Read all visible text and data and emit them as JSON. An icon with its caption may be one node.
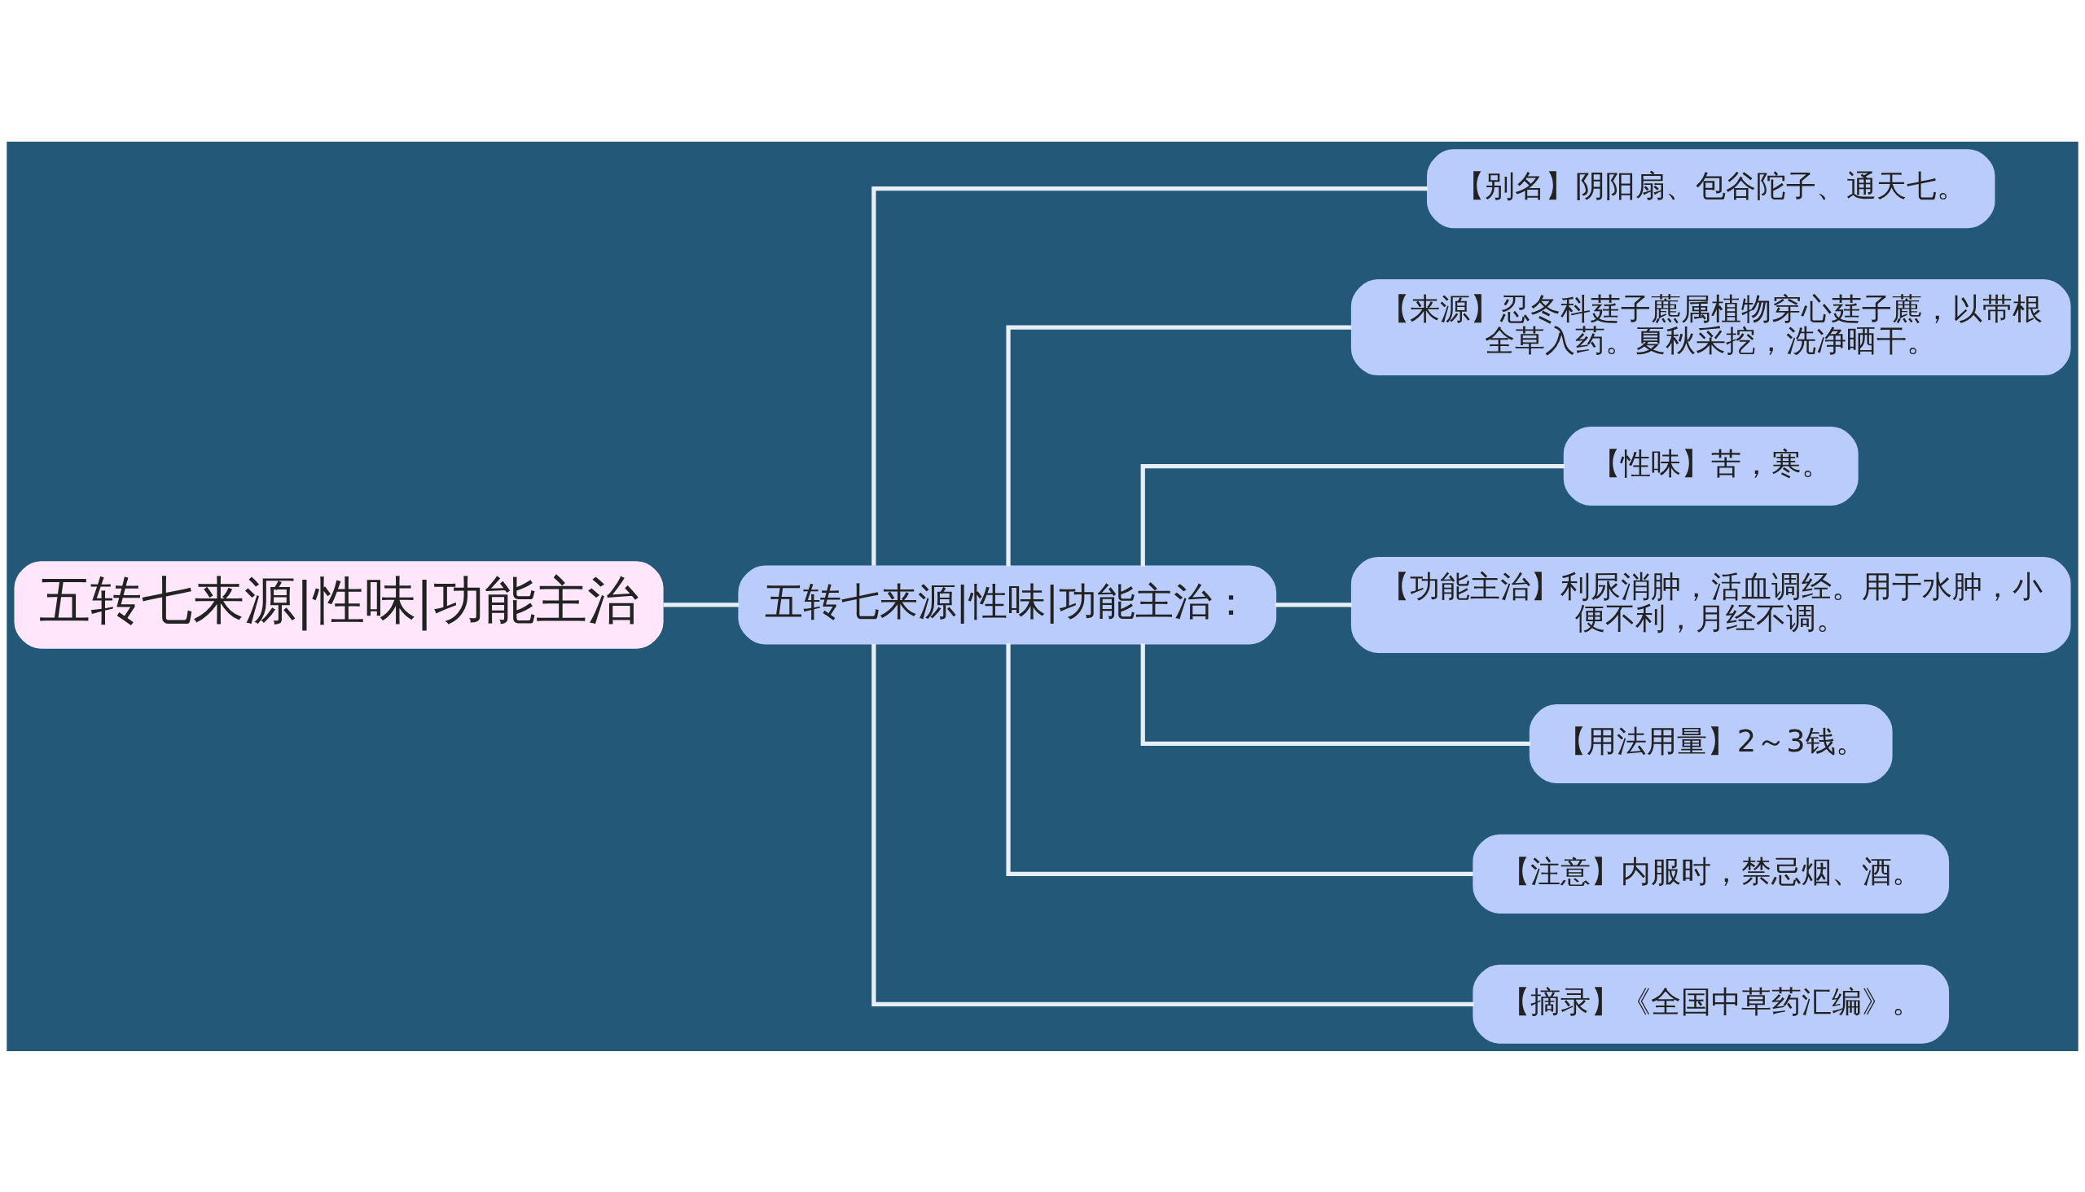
{
  "diagram": {
    "nodes": [
      {
        "text": [
          "五转七来源|性味|功能主治"
        ]
      },
      {
        "text": [
          "五转七来源|性味|功能主治："
        ]
      },
      {
        "text": [
          "【别名】阴阳扇、包谷陀子、通天七。"
        ]
      },
      {
        "text": [
          "【来源】忍冬科莛子藨属植物穿心莛子藨，以带根全草入药。夏秋采挖，洗净晒干。"
        ]
      },
      {
        "text": [
          "【性味】苦，寒。"
        ]
      },
      {
        "text": [
          "【功能主治】利尿消肿，活血调经。用于水肿，小便不利，月经不调。"
        ]
      },
      {
        "text": [
          "【用法用量】2～3钱。"
        ]
      },
      {
        "text": [
          "【注意】内服时，禁忌烟、酒。"
        ]
      },
      {
        "text": [
          "【摘录】《全国中草药汇编》。"
        ]
      }
    ],
    "edges": [
      {
        "from": 0,
        "to": 1,
        "arrow": "none"
      },
      {
        "from": 1,
        "to": 2,
        "arrow": "none"
      },
      {
        "from": 1,
        "to": 3,
        "arrow": "none"
      },
      {
        "from": 1,
        "to": 4,
        "arrow": "none"
      },
      {
        "from": 1,
        "to": 5,
        "arrow": "none"
      },
      {
        "from": 1,
        "to": 6,
        "arrow": "none"
      },
      {
        "from": 1,
        "to": 7,
        "arrow": "none"
      },
      {
        "from": 1,
        "to": 8,
        "arrow": "none"
      }
    ]
  }
}
